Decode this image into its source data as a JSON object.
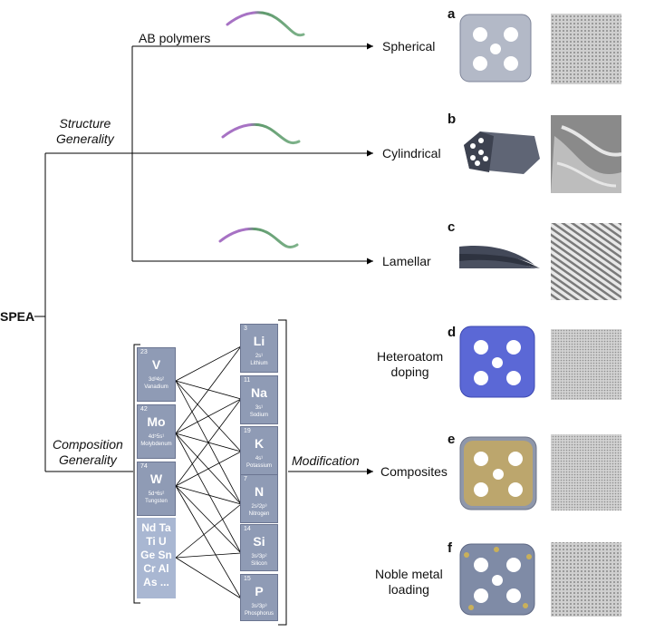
{
  "root": "SPEA",
  "branches": {
    "structure": [
      "Structure",
      "Generality"
    ],
    "composition": [
      "Composition",
      "Generality"
    ]
  },
  "ab_polymers": "AB polymers",
  "modification": "Modification",
  "panels": [
    {
      "letter": "a",
      "label": [
        "Spherical"
      ]
    },
    {
      "letter": "b",
      "label": [
        "Cylindrical"
      ]
    },
    {
      "letter": "c",
      "label": [
        "Lamellar"
      ]
    },
    {
      "letter": "d",
      "label": [
        "Heteroatom",
        "doping"
      ]
    },
    {
      "letter": "e",
      "label": [
        "Composites"
      ]
    },
    {
      "letter": "f",
      "label": [
        "Noble metal",
        "loading"
      ]
    }
  ],
  "left_elements": [
    {
      "num": "23",
      "sym": "V",
      "cfg": "3d³4s²",
      "name": "Vanadium"
    },
    {
      "num": "42",
      "sym": "Mo",
      "cfg": "4d⁵5s¹",
      "name": "Molybdenum"
    },
    {
      "num": "74",
      "sym": "W",
      "cfg": "5d⁴6s²",
      "name": "Tungsten"
    }
  ],
  "other_elements": [
    "Nd Ta",
    "Ti U",
    "Ge Sn",
    "Cr Al",
    "As ..."
  ],
  "right_elements": [
    {
      "num": "3",
      "sym": "Li",
      "cfg": "2s¹",
      "name": "Lithium"
    },
    {
      "num": "11",
      "sym": "Na",
      "cfg": "3s¹",
      "name": "Sodium"
    },
    {
      "num": "19",
      "sym": "K",
      "cfg": "4s¹",
      "name": "Potassium"
    },
    {
      "num": "7",
      "sym": "N",
      "cfg": "2s²2p³",
      "name": "Nitrogen"
    },
    {
      "num": "14",
      "sym": "Si",
      "cfg": "3s²3p²",
      "name": "Silicon"
    },
    {
      "num": "15",
      "sym": "P",
      "cfg": "3s²3p³",
      "name": "Phosphorus"
    }
  ],
  "colors": {
    "cell": "#8f9bb5",
    "cell_light": "#a9b7d2",
    "block_gray": "#b3b9c7",
    "block_blue": "#5b68d6",
    "composite_yellow": "#e1b23a",
    "polymer_purple": "#a772c4",
    "polymer_green": "#5f9a6d"
  }
}
